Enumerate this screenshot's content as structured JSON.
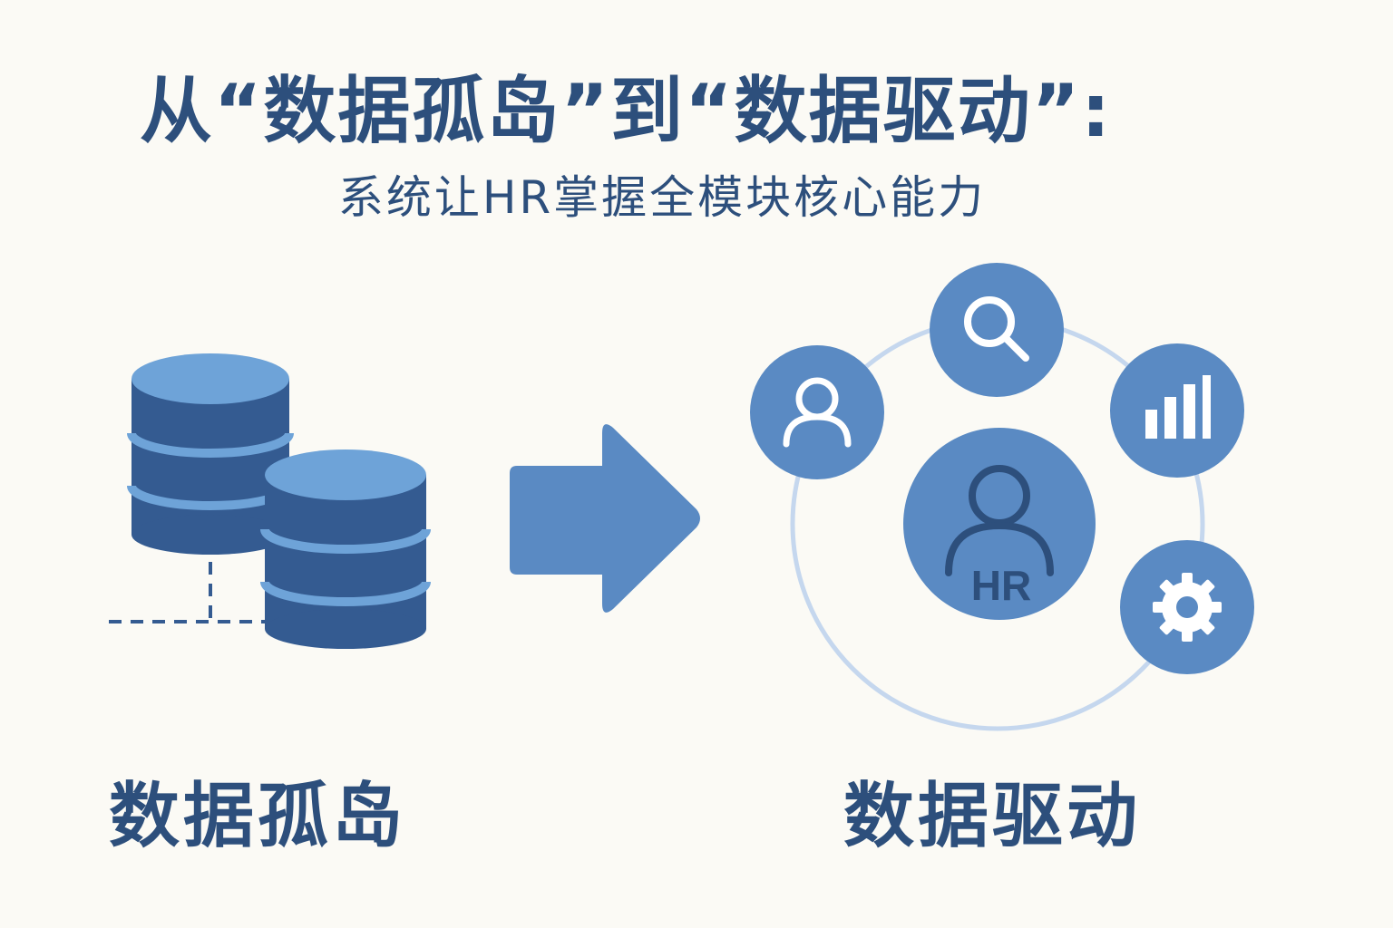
{
  "title": "从“数据孤岛”到“数据驱动”:",
  "subtitle": "系统让HR掌握全模块核心能力",
  "left_label": "数据孤岛",
  "right_label": "数据驱动",
  "hub": {
    "text": "HR",
    "icon": "person-icon"
  },
  "satellites": [
    {
      "name": "user-icon"
    },
    {
      "name": "search-icon"
    },
    {
      "name": "bar-chart-icon"
    },
    {
      "name": "gear-icon"
    }
  ],
  "left_graphic": {
    "icon": "database-icon",
    "count": 2
  },
  "arrow": {
    "icon": "arrow-right-icon"
  },
  "colors": {
    "background": "#fbfaf5",
    "text": "#2d4f7c",
    "dark_blue": "#345b91",
    "mid_blue": "#5a8ac3",
    "light_blue": "#6ea3d8",
    "ring": "#c5d7ee",
    "white": "#ffffff"
  }
}
